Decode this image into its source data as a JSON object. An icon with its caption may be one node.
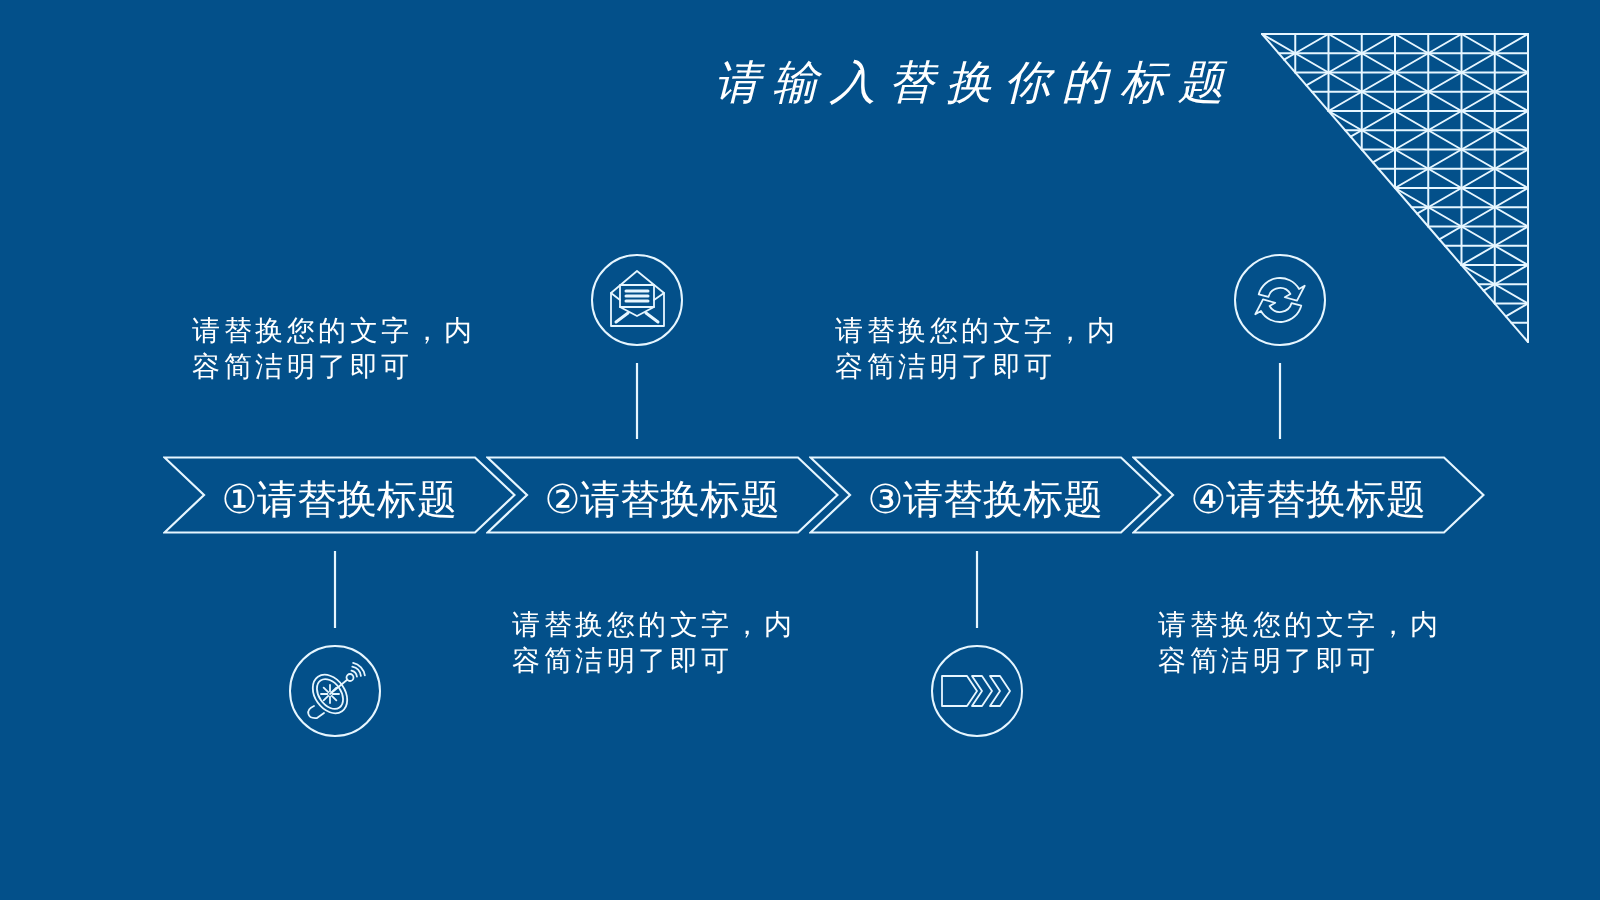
{
  "diagram": {
    "title": "请输入替换你的标题",
    "nodes": [
      {
        "text": [
          "①请替换标题"
        ]
      },
      {
        "text": [
          "②请替换标题"
        ]
      },
      {
        "text": [
          "③请替换标题"
        ]
      },
      {
        "text": [
          "④请替换标题"
        ]
      },
      {
        "text": [],
        "shape": "circle"
      },
      {
        "text": [],
        "shape": "circle"
      },
      {
        "text": [],
        "shape": "circle"
      },
      {
        "text": [],
        "shape": "circle"
      }
    ],
    "edges": [
      {
        "from": 4,
        "to": 0,
        "arrow": "none"
      },
      {
        "from": 5,
        "to": 1,
        "arrow": "none"
      },
      {
        "from": 6,
        "to": 2,
        "arrow": "none"
      },
      {
        "from": 7,
        "to": 3,
        "arrow": "none"
      }
    ],
    "labels": [
      "请替换您的文字，内容简洁明了即可",
      "请替换您的文字，内容简洁明了即可",
      "请替换您的文字，内容简洁明了即可",
      "请替换您的文字，内容简洁明了即可"
    ]
  }
}
